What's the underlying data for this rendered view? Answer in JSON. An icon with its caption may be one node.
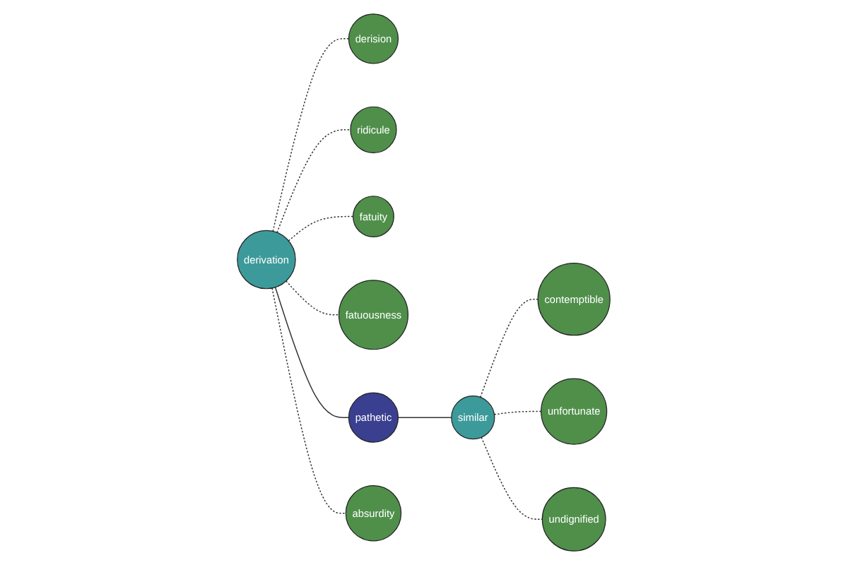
{
  "diagram": {
    "nodes": [
      {
        "text": [
          "derision"
        ]
      },
      {
        "text": [
          "ridicule"
        ]
      },
      {
        "text": [
          "fatuity"
        ]
      },
      {
        "text": [
          "fatuousness"
        ]
      },
      {
        "text": [
          "derivation"
        ]
      },
      {
        "text": [
          "contemptible"
        ]
      },
      {
        "text": [
          "unfortunate"
        ]
      },
      {
        "text": [
          "similar"
        ]
      },
      {
        "text": [
          "undignified"
        ]
      },
      {
        "text": [
          "pathetic"
        ]
      },
      {
        "text": [
          "absurdity"
        ]
      }
    ],
    "edges": [
      {
        "from": 4,
        "to": 0,
        "arrow": "none",
        "style": "dashed"
      },
      {
        "from": 4,
        "to": 1,
        "arrow": "none",
        "style": "dashed"
      },
      {
        "from": 4,
        "to": 2,
        "arrow": "none",
        "style": "dashed"
      },
      {
        "from": 4,
        "to": 3,
        "arrow": "none",
        "style": "dashed"
      },
      {
        "from": 4,
        "to": 10,
        "arrow": "none",
        "style": "dashed"
      },
      {
        "from": 4,
        "to": 9,
        "arrow": "none"
      },
      {
        "from": 9,
        "to": 7,
        "arrow": "none"
      },
      {
        "from": 7,
        "to": 5,
        "arrow": "none",
        "style": "dashed"
      },
      {
        "from": 7,
        "to": 6,
        "arrow": "none",
        "style": "dashed"
      },
      {
        "from": 7,
        "to": 8,
        "arrow": "none",
        "style": "dashed"
      }
    ]
  }
}
